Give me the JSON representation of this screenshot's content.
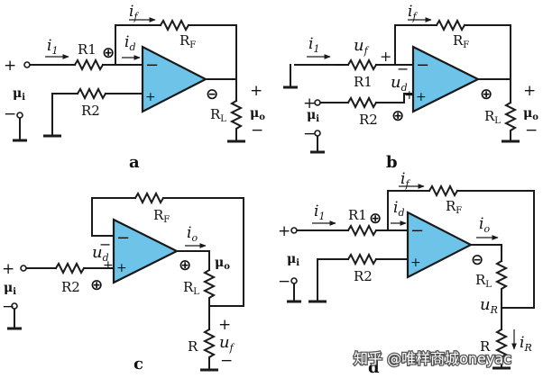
{
  "circuit_a": {
    "label": "a",
    "i_f": "i",
    "i_f_sub": "f",
    "i_1": "i",
    "i_1_sub": "1",
    "i_d": "i",
    "i_d_sub": "d",
    "R1": "R1",
    "RF": "R",
    "RF_sub": "F",
    "R2": "R2",
    "RL": "R",
    "RL_sub": "L",
    "ui": "μ",
    "ui_sub": "i",
    "uo": "μ",
    "uo_sub": "o",
    "in_plus": "+",
    "in_minus": "−",
    "out_plus": "+",
    "out_minus": "−",
    "opamp_minus": "−",
    "opamp_plus": "+",
    "node_plus": "⊕",
    "out_minus_circ": "⊖"
  },
  "circuit_b": {
    "label": "b",
    "i_f": "i",
    "i_f_sub": "f",
    "i_1": "i",
    "i_1_sub": "1",
    "u_f": "u",
    "u_f_sub": "f",
    "u_d": "u",
    "u_d_sub": "d",
    "R1": "R1",
    "RF": "R",
    "RF_sub": "F",
    "R2": "R2",
    "RL": "R",
    "RL_sub": "L",
    "ui": "μ",
    "ui_sub": "i",
    "uo": "μ",
    "uo_sub": "o",
    "r1_minus": "−",
    "r1_plus": "+",
    "in_plus": "+",
    "in_minus": "−",
    "out_plus": "+",
    "out_minus": "−",
    "opamp_minus": "−",
    "opamp_plus": "+",
    "ud_minus": "−",
    "ud_plus": "+",
    "node_plus": "⊕",
    "out_plus_circ": "⊕"
  },
  "circuit_c": {
    "label": "c",
    "i_o": "i",
    "i_o_sub": "o",
    "u_d": "u",
    "u_d_sub": "d",
    "u_f": "u",
    "u_f_sub": "f",
    "RF": "R",
    "RF_sub": "F",
    "R2": "R2",
    "RL": "R",
    "RL_sub": "L",
    "R": "R",
    "ui": "μ",
    "ui_sub": "i",
    "uo": "μ",
    "uo_sub": "o",
    "in_plus": "+",
    "in_minus": "−",
    "uf_plus": "+",
    "uf_minus": "−",
    "opamp_minus": "−",
    "opamp_plus": "+",
    "node_plus": "⊕",
    "out_plus_circ": "⊕"
  },
  "circuit_d": {
    "label": "d",
    "i_f": "i",
    "i_f_sub": "f",
    "i_1": "i",
    "i_1_sub": "1",
    "i_d": "i",
    "i_d_sub": "d",
    "i_o": "i",
    "i_o_sub": "o",
    "u_R": "u",
    "u_R_sub": "R",
    "i_R": "i",
    "i_R_sub": "R",
    "R1": "R1",
    "RF": "R",
    "RF_sub": "F",
    "R2": "R2",
    "RL": "R",
    "RL_sub": "L",
    "R": "R",
    "ui": "μ",
    "ui_sub": "i",
    "in_plus": "+",
    "in_minus": "−",
    "opamp_minus": "−",
    "opamp_plus": "+",
    "node_plus": "⊕",
    "out_minus_circ": "⊖"
  },
  "watermark": {
    "text": "知乎 @唯样商城oneyac"
  }
}
